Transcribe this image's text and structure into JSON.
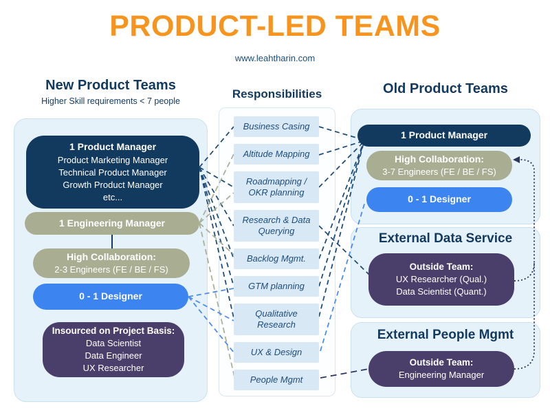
{
  "title": "PRODUCT-LED TEAMS",
  "subtitle": "www.leahtharin.com",
  "colors": {
    "accent_orange": "#F7941D",
    "navy": "#12395E",
    "sage": "#A9AE93",
    "bright_blue": "#3C84EF",
    "purple": "#4A3F6B",
    "panel_blue": "#E6F2FA",
    "responsibility_chip": "#D9E8F5",
    "heading_text": "#12395E"
  },
  "left": {
    "heading": "New Product Teams",
    "subheading": "Higher Skill requirements < 7 people",
    "pm_box": {
      "title": "1 Product Manager",
      "lines": [
        "Product Marketing Manager",
        "Technical Product Manager",
        "Growth Product Manager",
        "etc..."
      ]
    },
    "em_box": {
      "title": "1 Engineering Manager"
    },
    "collab_box": {
      "title": "High Collaboration:",
      "subtitle": "2-3 Engineers (FE / BE / FS)"
    },
    "designer_box": {
      "title": "0 - 1 Designer"
    },
    "insourced_box": {
      "title": "Insourced on Project Basis:",
      "lines": [
        "Data Scientist",
        "Data Engineer",
        "UX Researcher"
      ]
    }
  },
  "middle": {
    "heading": "Responsibilities",
    "items": [
      "Business Casing",
      "Altitude Mapping",
      "Roadmapping / OKR planning",
      "Research & Data Querying",
      "Backlog Mgmt.",
      "GTM planning",
      "Qualitative Research",
      "UX & Design",
      "People Mgmt"
    ]
  },
  "right": {
    "heading": "Old Product Teams",
    "pm_box": {
      "title": "1 Product Manager"
    },
    "collab_box": {
      "title": "High Collaboration:",
      "subtitle": "3-7 Engineers (FE / BE / FS)"
    },
    "designer_box": {
      "title": "0 - 1 Designer"
    },
    "data_service": {
      "heading": "External Data Service",
      "box": {
        "title": "Outside Team:",
        "lines": [
          "UX Researcher (Qual.)",
          "Data Scientist (Quant.)"
        ]
      }
    },
    "people_mgmt": {
      "heading": "External People Mgmt",
      "box": {
        "title": "Outside Team:",
        "lines": [
          "Engineering Manager"
        ]
      }
    }
  }
}
